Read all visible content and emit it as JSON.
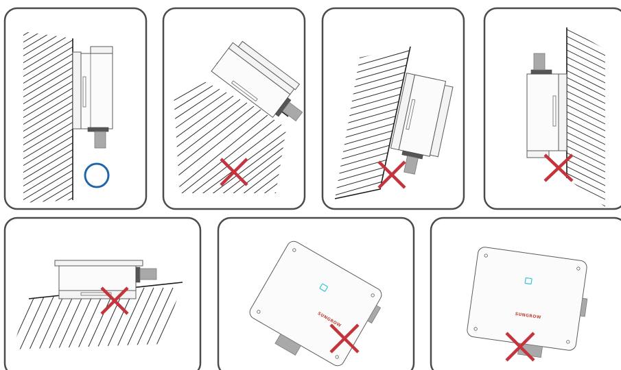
{
  "panels": [
    {
      "id": "vertical-wall",
      "verdict": "correct"
    },
    {
      "id": "tilted-backward",
      "verdict": "incorrect"
    },
    {
      "id": "tilted-forward-wall",
      "verdict": "incorrect"
    },
    {
      "id": "upside-down-wall",
      "verdict": "incorrect"
    },
    {
      "id": "lying-flat-ground",
      "verdict": "incorrect"
    },
    {
      "id": "rotated-clockwise",
      "verdict": "incorrect"
    },
    {
      "id": "rotated-counterclockwise",
      "verdict": "incorrect"
    }
  ],
  "device_brand": "SUNGROW",
  "colors": {
    "correct_mark": "#1f66a9",
    "incorrect_mark": "#c4343d",
    "led_indicator": "#37c4d4",
    "brand_logo": "#c2463a",
    "panel_border": "#4b4b4b"
  },
  "icons": {
    "correct": "blue-circle-icon",
    "incorrect": "red-cross-icon"
  }
}
